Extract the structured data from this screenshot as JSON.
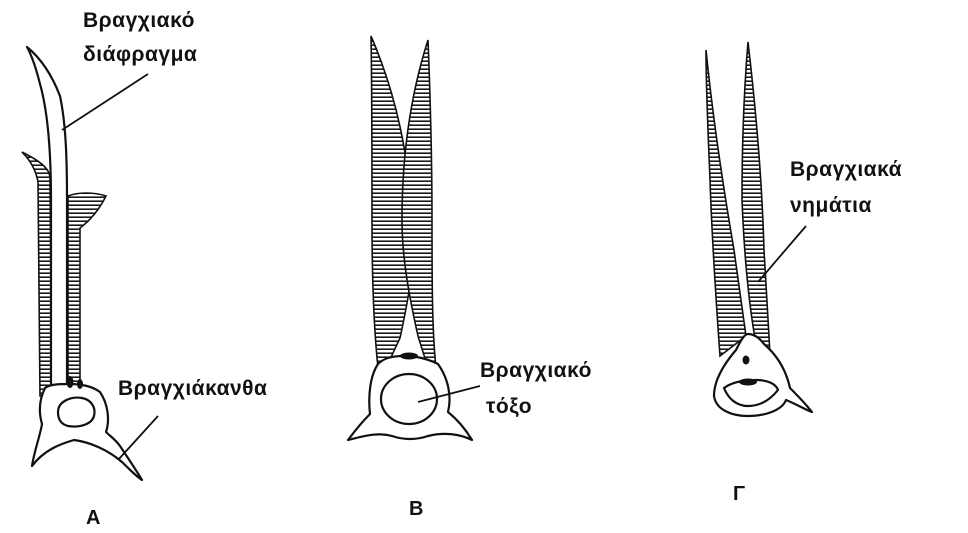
{
  "labels": {
    "gill_septum": [
      "Βραγχιακό",
      "διάφραγμα"
    ],
    "gill_raker": "Βραγχιάκανθα",
    "gill_arch": [
      "Βραγχιακό",
      "τόξο"
    ],
    "gill_filaments": [
      "Βραγχιακά",
      "νημάτια"
    ]
  },
  "panels": [
    "A",
    "B",
    "Γ"
  ]
}
